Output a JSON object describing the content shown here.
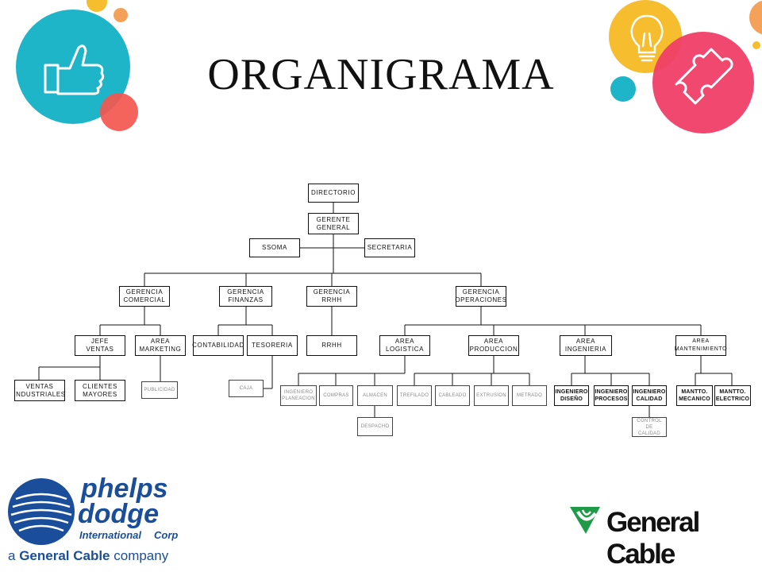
{
  "title": "ORGANIGRAMA",
  "colors": {
    "teal": "#1fb5c8",
    "coral": "#f4564f",
    "orange": "#f4a15a",
    "yellow": "#f6bd2e",
    "pink": "#f03e67",
    "logo_blue": "#1a4e9b",
    "logo_green": "#1f9b48"
  },
  "icons": [
    "thumbs-up-icon",
    "lightbulb-icon",
    "puzzle-icon"
  ],
  "nodes": {
    "directorio": "DIRECTORIO",
    "gerente_general": "GERENTE\nGENERAL",
    "ssoma": "SSOMA",
    "secretaria": "SECRETARIA",
    "gerencia_comercial": "GERENCIA\nCOMERCIAL",
    "gerencia_finanzas": "GERENCIA\nFINANZAS",
    "gerencia_rrhh": "GERENCIA\nRRHH",
    "gerencia_operaciones": "GERENCIA\nOPERACIONES",
    "jefe_ventas": "JEFE\nVENTAS",
    "area_marketing": "AREA\nMARKETING",
    "contabilidad": "CONTABILIDAD",
    "tesoreria": "TESORERIA",
    "rrhh": "RRHH",
    "area_logistica": "AREA\nLOGISTICA",
    "area_produccion": "AREA\nPRODUCCION",
    "area_ingenieria": "AREA\nINGENIERIA",
    "area_mantenimiento": "AREA\nMANTENIMIENTO",
    "ventas_industriales": "VENTAS\nINDUSTRIALES",
    "clientes_mayores": "CLIENTES\nMAYORES",
    "publicidad": "PUBLICIDAD",
    "caja": "CAJA",
    "ingeniero_planeacion": "INGENIERO\nPLANEACION",
    "compras": "COMPRAS",
    "almacen": "ALMACEN",
    "despacho": "DESPACHO",
    "trefilado": "TREFILADO",
    "cableado": "CABLEADO",
    "extrusion": "EXTRUSION",
    "metrado": "METRADO",
    "ingeniero_diseno": "INGENIERO\nDISEÑO",
    "ingeniero_procesos": "INGENIERO\nPROCESOS",
    "ingeniero_calidad": "INGENIERO\nCALIDAD",
    "control_calidad": "CONTROL DE\nCALIDAD",
    "mantto_mecanico": "MANTTO.\nMECANICO",
    "mantto_electrico": "MANTTO.\nELECTRICO"
  },
  "logos": {
    "phelps_line1": "phelps",
    "phelps_line2": "dodge",
    "phelps_line3": "International",
    "phelps_corp": "Corp",
    "tagline_prefix": "a ",
    "tagline_brand": "General Cable",
    "tagline_suffix": " company",
    "general_cable": "General Cable"
  }
}
